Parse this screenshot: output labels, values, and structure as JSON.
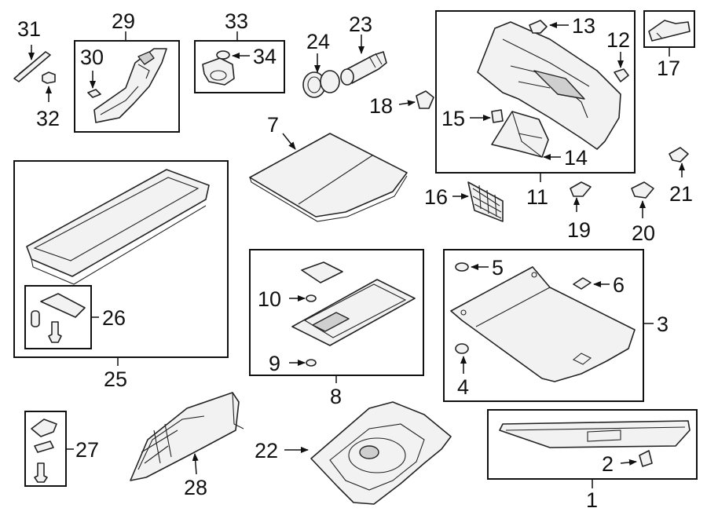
{
  "callouts": {
    "n1": "1",
    "n2": "2",
    "n3": "3",
    "n4": "4",
    "n5": "5",
    "n6": "6",
    "n7": "7",
    "n8": "8",
    "n9": "9",
    "n10": "10",
    "n11": "11",
    "n12": "12",
    "n13": "13",
    "n14": "14",
    "n15": "15",
    "n16": "16",
    "n17": "17",
    "n18": "18",
    "n19": "19",
    "n20": "20",
    "n21": "21",
    "n22": "22",
    "n23": "23",
    "n24": "24",
    "n25": "25",
    "n26": "26",
    "n27": "27",
    "n28": "28",
    "n29": "29",
    "n30": "30",
    "n31": "31",
    "n32": "32",
    "n33": "33",
    "n34": "34"
  }
}
